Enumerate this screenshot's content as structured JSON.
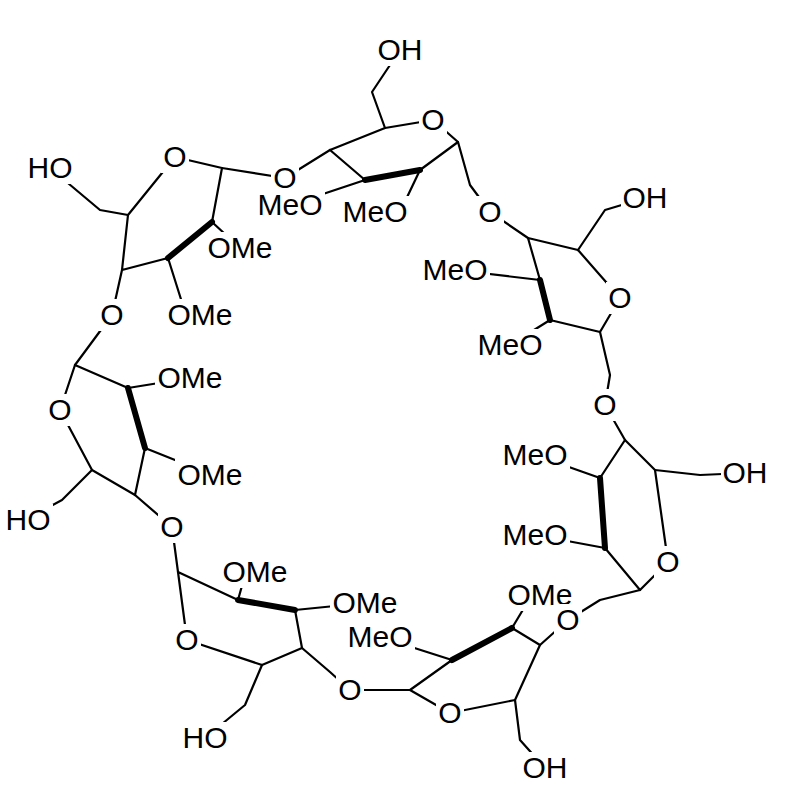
{
  "diagram": {
    "labels": [
      "OH",
      "O",
      "HO",
      "O",
      "O",
      "MeO",
      "MeO",
      "O",
      "OH",
      "OMe",
      "MeO",
      "O",
      "O",
      "OMe",
      "MeO",
      "OMe",
      "O",
      "O",
      "MeO",
      "OH",
      "OMe",
      "HO",
      "O",
      "MeO",
      "O",
      "OMe",
      "OMe",
      "OMe",
      "O",
      "MeO",
      "O",
      "O",
      "O",
      "HO",
      "OH"
    ]
  }
}
